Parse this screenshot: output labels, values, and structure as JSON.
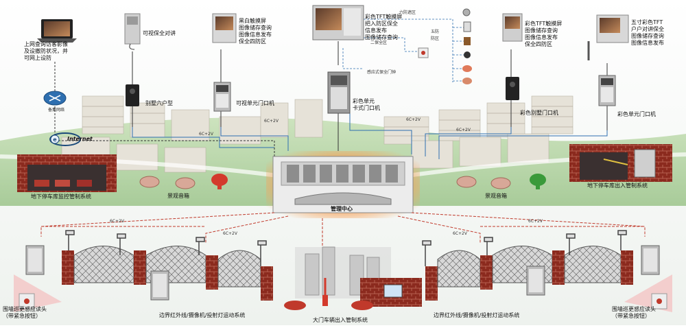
{
  "colors": {
    "wire_red": "#c0392b",
    "wire_dark": "#333333",
    "wire_blue": "#2e6fb0",
    "brick": "#8b2a1e",
    "building": "#e6e2d8",
    "grass": "#7dbb5a",
    "center_glow": "#f6a25a"
  },
  "top": {
    "remote_pc_label": [
      "上网查询访客影像",
      "及设撤防状况，并",
      "可网上设防"
    ],
    "router_label": "备集网络",
    "internet_label": "Internet",
    "villa_intercom_label": "可视保全对讲",
    "bw_touch_label": [
      "黑白触摸屏",
      "图像储存查询",
      "图像信息发布",
      "保全四防区"
    ],
    "main_color_label": [
      "彩色TFT触摸屏",
      "把入防区保全",
      "信息发布",
      "图像储存查询"
    ],
    "six_zone_label": "六防遮区",
    "two_zone_label": "二保全区",
    "five_zone_label": [
      "五防",
      "防区"
    ],
    "sensor_label": "感应式保全门钟",
    "villa_color_label": [
      "彩色TFT触摸屏",
      "图像储存查询",
      "图像信息发布",
      "保全四防区"
    ],
    "five_inch_label": [
      "五寸彩色TFT",
      "户户对讲保全",
      "图像储存查询",
      "图像信息发布"
    ],
    "door_six_label": "别墅六户型",
    "visual_unit_label": "可视单元门口机",
    "color_card_unit_label": [
      "彩色单元",
      "卡式门口机"
    ],
    "color_villa_door_label": "彩色别墅门口机",
    "color_unit_label": "彩色单元门口机",
    "cable_labels": [
      "6C+2V",
      "6C+2V",
      "6C+2V",
      "6C+2V"
    ]
  },
  "middle": {
    "parking_monitor_label": "地下停车库监控管制系统",
    "parking_access_label": "地下停车库出入管制系统",
    "speaker_left_label": "景观音箱",
    "speaker_right_label": "景观音箱",
    "center_label": "管理中心"
  },
  "bottom": {
    "patrol_left_label": [
      "围墙巡更感应读头",
      "（带紧急按钮）"
    ],
    "patrol_right_label": [
      "围墙巡更感应读头",
      "（带紧急按钮）"
    ],
    "perimeter_left_label": "边界红外线/摄像机/投射灯运动系统",
    "perimeter_right_label": "边界红外线/摄像机/投射灯运动系统",
    "gate_label": "大门车辆出入管制系统",
    "cable_labels": [
      "6C+2V",
      "6C+2V",
      "6C+2V",
      "6C+2V"
    ]
  }
}
